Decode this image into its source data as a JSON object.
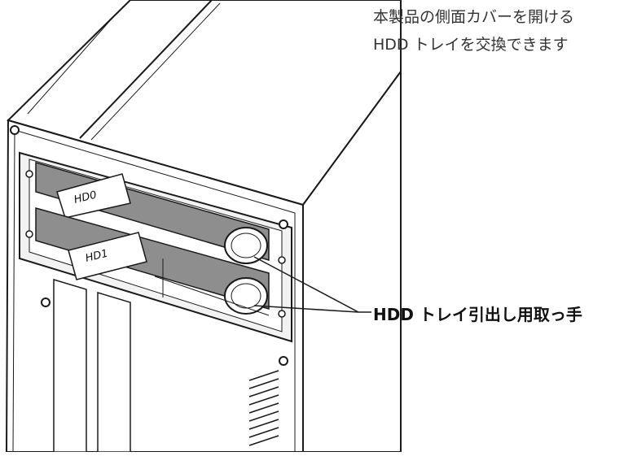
{
  "description": {
    "line1": "本製品の側面カバーを開ける",
    "line2": "HDD トレイを交換できます"
  },
  "callout": {
    "label": "HDD トレイ引出し用取っ手"
  },
  "trays": [
    {
      "label": "HD0"
    },
    {
      "label": "HD1"
    }
  ]
}
